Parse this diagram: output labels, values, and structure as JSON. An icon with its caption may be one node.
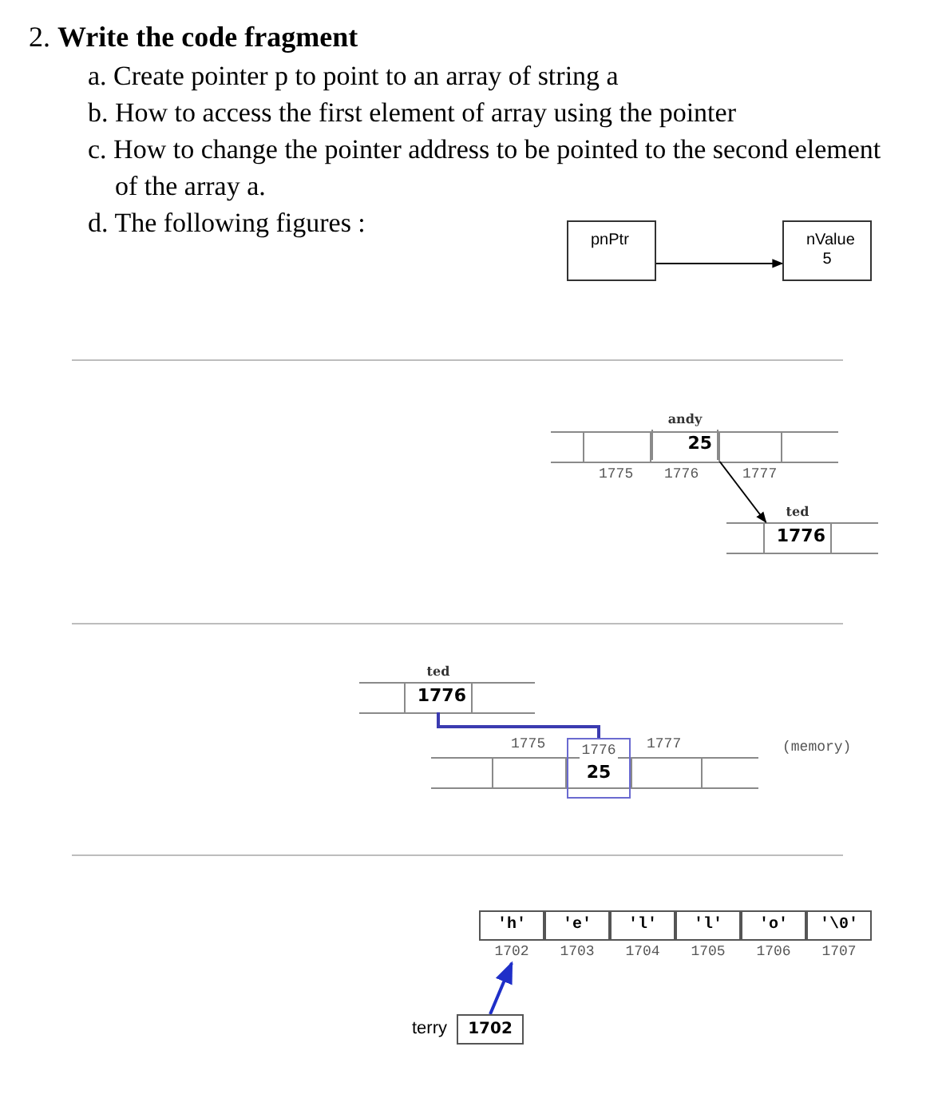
{
  "diagram": {
    "title": "2. **Write the code fragment**",
    "nodes": [
      {
        "text": [
          "pnPtr"
        ]
      },
      {
        "text": [
          "nValue",
          "5"
        ]
      },
      {
        "text": [],
        "shape": "box"
      },
      {
        "text": [
          "andy",
          "25"
        ]
      },
      {
        "text": [],
        "shape": "box"
      },
      {
        "text": [
          "ted",
          "1776"
        ]
      },
      {
        "text": [
          "ted",
          "1776"
        ]
      },
      {
        "text": [],
        "shape": "box"
      },
      {
        "text": [
          "1776",
          "25"
        ]
      },
      {
        "text": [],
        "shape": "box"
      },
      {
        "text": [
          "'h'"
        ],
        "beside": [
          "1702"
        ]
      },
      {
        "text": [
          "'e'"
        ],
        "beside": [
          "1703"
        ]
      },
      {
        "text": [
          "'l'"
        ],
        "beside": [
          "1704"
        ]
      },
      {
        "text": [
          "'l'"
        ],
        "beside": [
          "1705"
        ]
      },
      {
        "text": [
          "'o'"
        ],
        "beside": [
          "1706"
        ]
      },
      {
        "text": [
          "'\\0'"
        ],
        "beside": [
          "1707"
        ]
      },
      {
        "text": [
          "1702"
        ],
        "beside": [
          "terry"
        ]
      }
    ],
    "edges": [
      {
        "from": 0,
        "to": 1,
        "arrow": "to"
      },
      {
        "from": 4,
        "to": 5,
        "arrow": "to"
      },
      {
        "from": 6,
        "to": 8,
        "arrow": "none",
        "color": "#3b3bb0"
      },
      {
        "from": 16,
        "to": 10,
        "arrow": "to",
        "color": "#1f2fc8"
      }
    ],
    "labels": [
      "a. Create pointer p to point to an array of string a",
      "b. How to access the first element of array using the pointer",
      "c. How to change the pointer address to be pointed to the second element of the array a.",
      "d. The following figures :",
      "1775",
      "1776",
      "1777",
      "1775",
      "1777",
      "(memory)"
    ]
  }
}
